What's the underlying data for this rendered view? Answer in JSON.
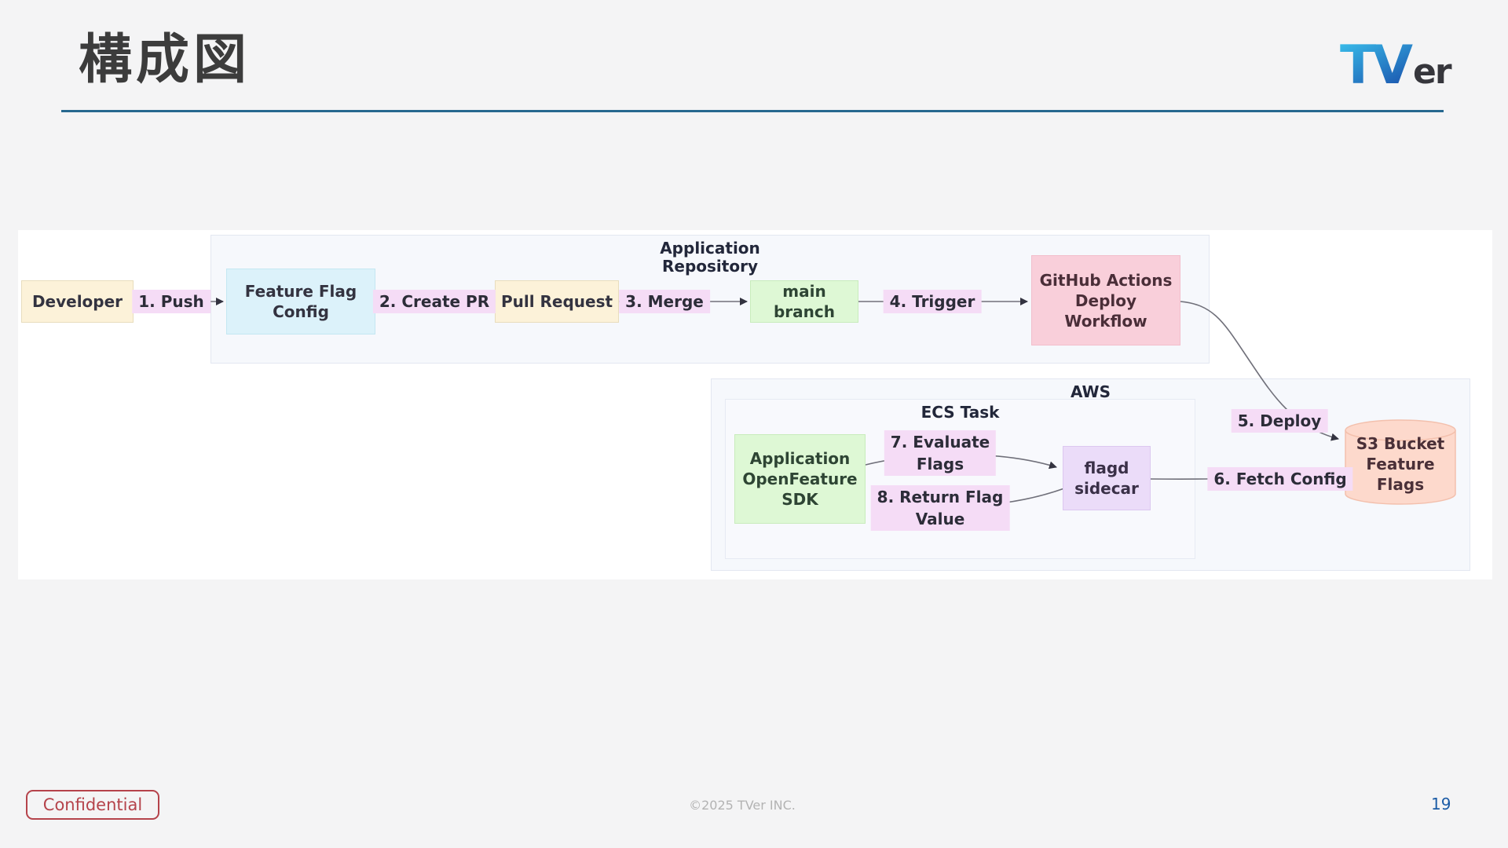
{
  "slide": {
    "title": "構成図",
    "logo_tv": "TV",
    "logo_er": "er",
    "confidential": "Confidential",
    "copyright": "©2025 TVer INC.",
    "page_number": "19"
  },
  "diagram": {
    "subgraphs": {
      "application_repository": "Application\nRepository",
      "aws": "AWS",
      "ecs_task": "ECS Task"
    },
    "nodes": {
      "developer": "Developer",
      "feature_flag_config": "Feature Flag\nConfig",
      "pull_request": "Pull Request",
      "main_branch": "main branch",
      "github_actions_deploy_workflow": "GitHub Actions\nDeploy\nWorkflow",
      "application_openfeature_sdk": "Application\nOpenFeature\nSDK",
      "flagd_sidecar": "flagd\nsidecar",
      "s3_bucket_feature_flags": "S3 Bucket\nFeature Flags"
    },
    "edge_labels": {
      "step1": "1. Push",
      "step2": "2. Create PR",
      "step3": "3. Merge",
      "step4": "4. Trigger",
      "step5": "5. Deploy",
      "step6": "6. Fetch Config",
      "step7": "7. Evaluate\nFlags",
      "step8": "8. Return Flag\nValue"
    },
    "colors": {
      "slide_background": "#f4f4f5",
      "panel_background": "#ffffff",
      "node_cream": "#fcf2d9",
      "node_cyan": "#dcf2fa",
      "node_green": "#def8d5",
      "node_pink": "#f9cfda",
      "node_lavender": "#ebdcf9",
      "node_salmon_cylinder": "#fdd9cc",
      "edge_label_background": "#f5dcf6",
      "edge_line": "#70707a",
      "subgraph_background": "#f6f8fc",
      "title_underline_blue": "#27688f",
      "confidential_red": "#b5434b",
      "page_number_blue": "#1c5ca6",
      "logo_gradient_top": "#3cc7f0",
      "logo_gradient_bottom": "#1b55ae",
      "logo_er_gray": "#36363c"
    }
  }
}
